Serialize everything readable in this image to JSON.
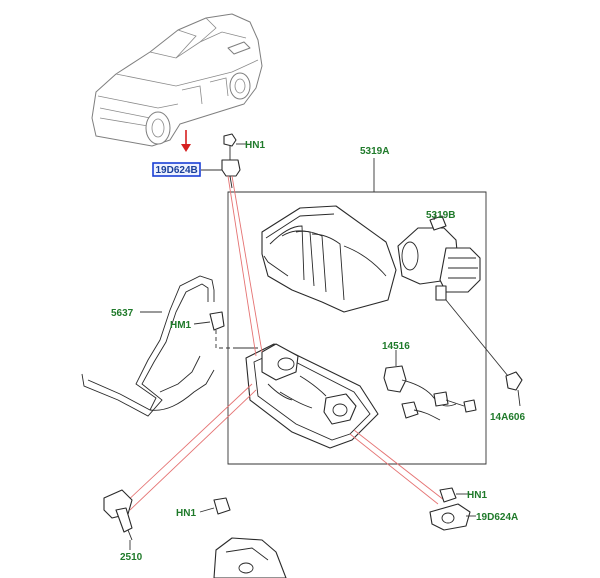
{
  "callouts": {
    "hn1_top": "HN1",
    "part_19d624b": "19D624B",
    "part_5319a": "5319A",
    "part_5319b": "5319B",
    "part_5637": "5637",
    "hm1": "HM1",
    "part_14516": "14516",
    "part_14a606": "14A606",
    "hn1_bottom_right": "HN1",
    "part_19d624a": "19D624A",
    "hn1_bottom_left": "HN1",
    "part_2510": "2510"
  },
  "colors": {
    "callout_text": "#1f7a2a",
    "selected_callout": "#1a3f99",
    "selection_box": "#1a3fd6",
    "pointer_arrow": "#d62020",
    "reference_lines": "#e57373"
  },
  "selected_part": "19D624B"
}
